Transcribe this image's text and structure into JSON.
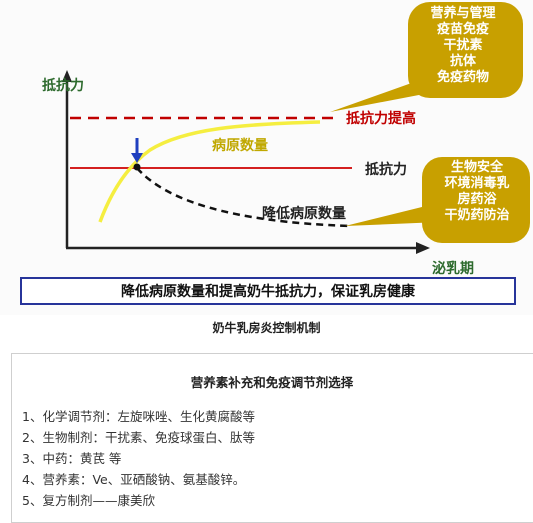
{
  "diagram": {
    "y_axis_label": "抵抗力",
    "x_axis_label": "泌乳期",
    "label_raise_resistance": "抵抗力提高",
    "label_pathogen_count": "病原数量",
    "label_resistance": "抵抗力",
    "label_reduce_pathogen": "降低病原数量",
    "bubble_top": [
      "营养与管理",
      "疫苗免疫",
      "干扰素",
      "抗体",
      "免疫药物"
    ],
    "bubble_bottom": [
      "生物安全",
      "环境消毒乳",
      "房药浴",
      "干奶药防治"
    ],
    "summary": "降低病原数量和提高奶牛抵抗力，保证乳房健康",
    "colors": {
      "bubble": "#c8a000",
      "raise_line": "#c00000",
      "resist_line": "#d42020",
      "pathogen_curve": "#f5ee40",
      "arrow": "#1f3fbf",
      "axis": "#222222",
      "box_border": "#27349a"
    }
  },
  "caption": "奶牛乳房炎控制机制",
  "table": {
    "title": "营养素补充和免疫调节剂选择",
    "items": [
      "1、化学调节剂：左旋咪唑、生化黄腐酸等",
      "2、生物制剂：干扰素、免疫球蛋白、肽等",
      "3、中药：黄芪 等",
      "4、营养素：Ve、亚硒酸钠、氨基酸锌。",
      "5、复方制剂——康美欣"
    ]
  }
}
